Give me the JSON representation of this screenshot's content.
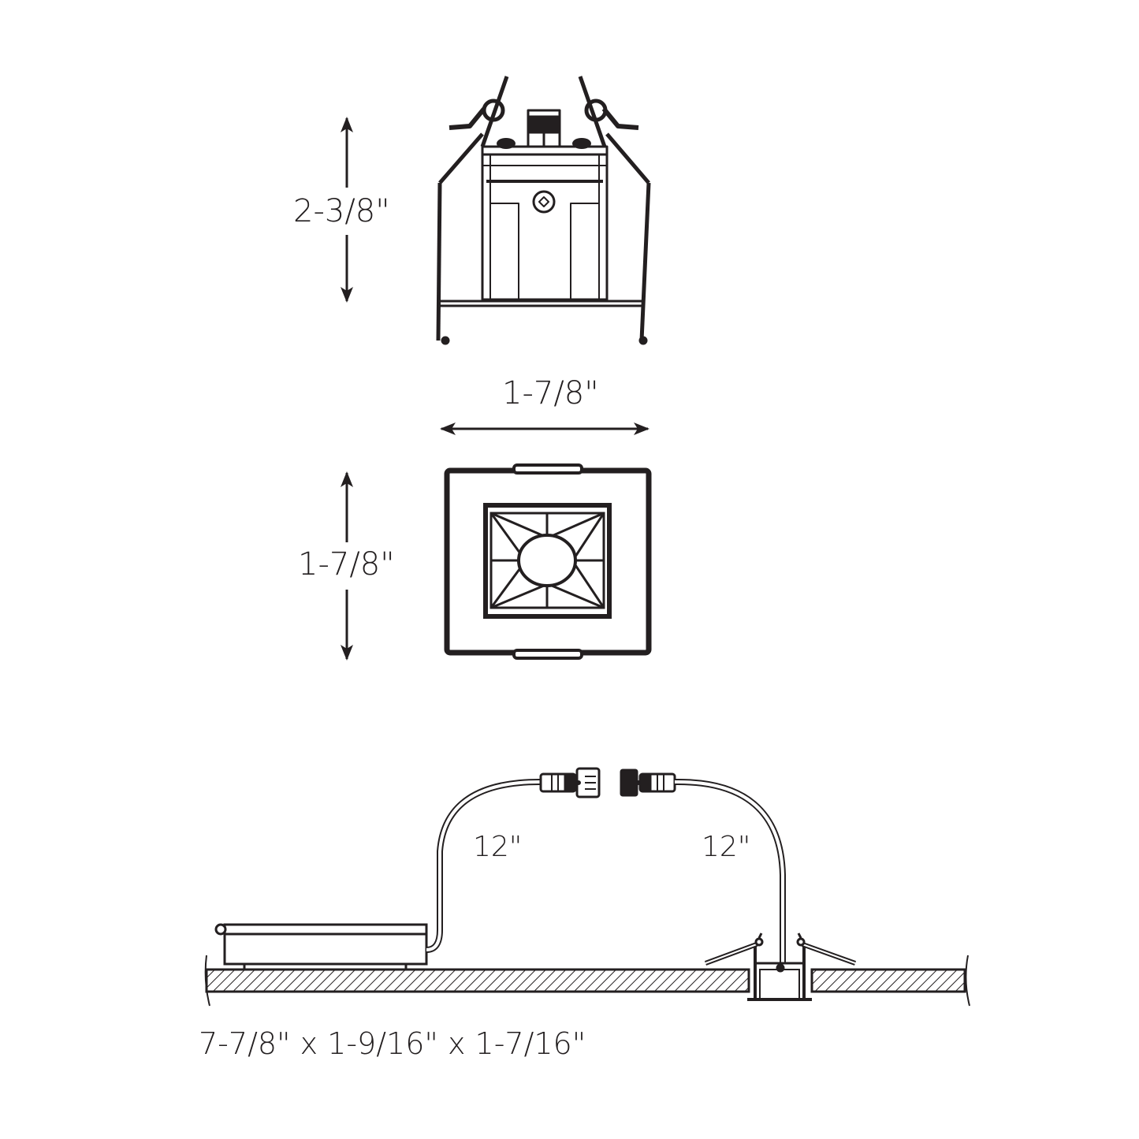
{
  "diagram": {
    "type": "dimension-drawing",
    "colors": {
      "line": "#231f20",
      "background": "#ffffff"
    },
    "side_view": {
      "label": "side-elevation",
      "height_label": "2-3/8\""
    },
    "top_view": {
      "label": "face-plan",
      "width_label": "1-7/8\"",
      "height_label": "1-7/8\""
    },
    "installation_view": {
      "label": "installation-detail",
      "driver_cable_label": "12\"",
      "fixture_cable_label": "12\"",
      "driver_dimensions_label": "7-7/8\" x 1-9/16\" x 1-7/16\""
    }
  }
}
